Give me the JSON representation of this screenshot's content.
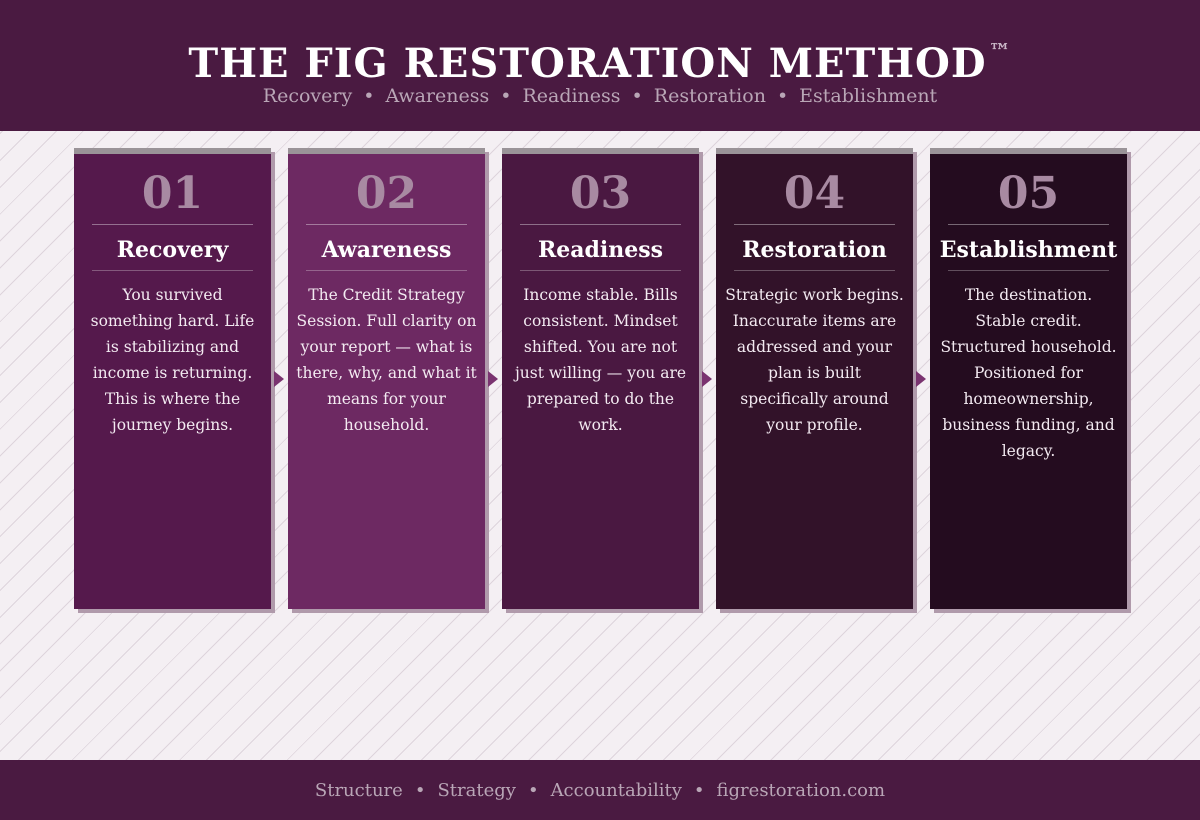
{
  "header": {
    "title": "THE FIG RESTORATION METHOD",
    "trademark": "™",
    "subtitle_items": [
      "Recovery",
      "Awareness",
      "Readiness",
      "Restoration",
      "Establishment"
    ],
    "separator": "•"
  },
  "steps": [
    {
      "number": "01",
      "name": "Recovery",
      "description": "You survived something hard. Life is stabilizing and income is returning. This is where the journey begins.",
      "color": "#55194c"
    },
    {
      "number": "02",
      "name": "Awareness",
      "description": "The Credit Strategy Session. Full clarity on your report — what is there, why, and what it means for your household.",
      "color": "#6d2962"
    },
    {
      "number": "03",
      "name": "Readiness",
      "description": "Income stable. Bills consistent. Mindset shifted. You are not just willing — you are prepared to do the work.",
      "color": "#4a1841"
    },
    {
      "number": "04",
      "name": "Restoration",
      "description": "Strategic work begins. Inaccurate items are addressed and your plan is built specifically around your profile.",
      "color": "#321229"
    },
    {
      "number": "05",
      "name": "Establishment",
      "description": "The destination. Stable credit. Structured household. Positioned for homeownership, business funding, and legacy.",
      "color": "#240c1f"
    }
  ],
  "footer": {
    "items": [
      "Structure",
      "Strategy",
      "Accountability",
      "figrestoration.com"
    ],
    "separator": "•"
  },
  "colors": {
    "header_bg": "#4a1a41",
    "page_bg": "#f4eff3",
    "arrow": "#7a3370",
    "number_text": "#a88aa2"
  }
}
